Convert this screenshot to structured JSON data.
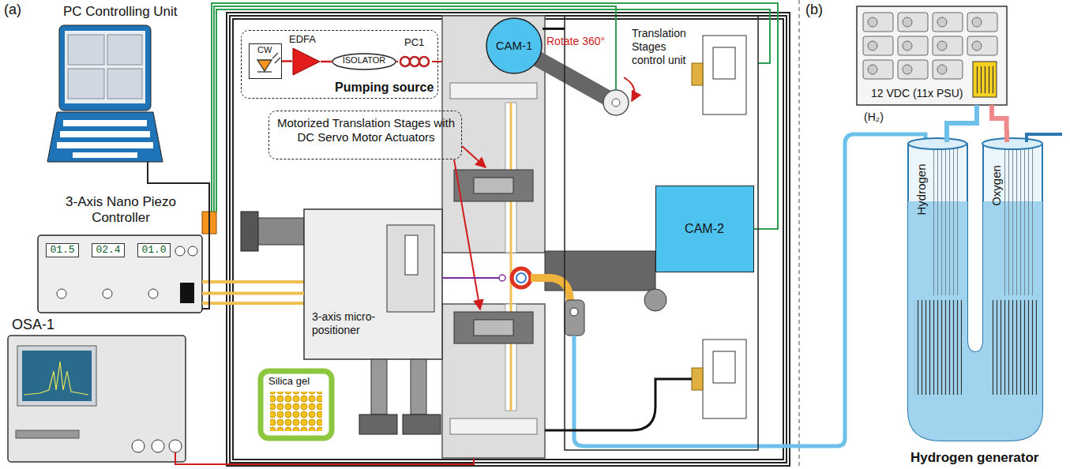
{
  "diagram": {
    "nodes": [
      {
        "text": [
          "PC Controlling Unit"
        ]
      },
      {
        "text": [
          "3-Axis Nano Piezo Controller",
          "01.5",
          "02.4",
          "01.0"
        ]
      },
      {
        "text": [
          "OSA-1"
        ]
      },
      {
        "text": [
          "Pumping source"
        ]
      },
      {
        "text": [
          "CW"
        ],
        "in": 3
      },
      {
        "text": [
          "EDFA"
        ],
        "in": 3
      },
      {
        "text": [
          "ISOLATOR"
        ],
        "in": 3
      },
      {
        "text": [
          "PC1"
        ],
        "in": 3
      },
      {
        "text": [
          "Motorized Translation Stages with DC Servo Motor Actuators"
        ]
      },
      {
        "text": [
          "CAM-1"
        ]
      },
      {
        "text": [
          "Translation Stages control unit"
        ]
      },
      {
        "text": [
          "CAM-2"
        ],
        "in": 10
      },
      {
        "text": [
          "3-axis micro-positioner"
        ]
      },
      {
        "text": [
          "Silica gel"
        ]
      },
      {
        "text": [
          "12 VDC (11x PSU)"
        ]
      },
      {
        "text": [
          "Hydrogen",
          "Oxygen",
          "Hydrogen generator"
        ]
      }
    ],
    "edges": [
      {
        "from": 0,
        "to": 1,
        "arrow": "none"
      },
      {
        "from": 4,
        "to": 5,
        "arrow": "none"
      },
      {
        "from": 5,
        "to": 6,
        "arrow": "none"
      },
      {
        "from": 6,
        "to": 7,
        "arrow": "none"
      },
      {
        "from": 1,
        "to": 12,
        "arrow": "none"
      },
      {
        "from": 14,
        "to": 15,
        "arrow": "none"
      },
      {
        "from": 14,
        "to": 15,
        "arrow": "none"
      },
      {
        "from": 9,
        "to": 10,
        "arrow": "none"
      }
    ],
    "labels": [
      "(a)",
      "(b)",
      "(H₂)",
      "Rotate 360°"
    ]
  }
}
